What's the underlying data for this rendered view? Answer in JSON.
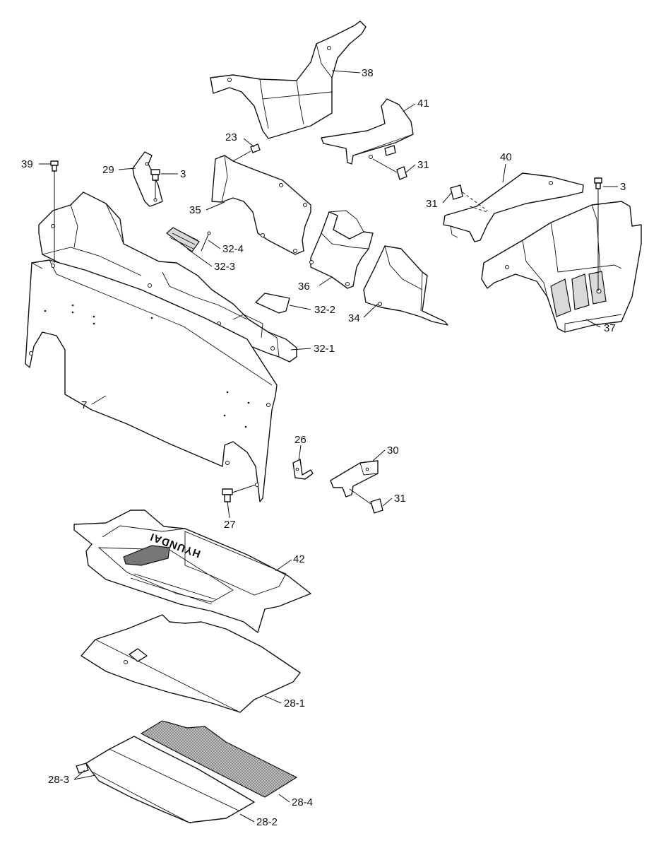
{
  "colors": {
    "line": "#111111",
    "shade": "#d9d9d9",
    "dark": "#777777",
    "background": "#ffffff"
  },
  "logo_text": "HYUNDAI",
  "labels": [
    {
      "id": "38",
      "text": "38"
    },
    {
      "id": "41",
      "text": "41"
    },
    {
      "id": "23",
      "text": "23"
    },
    {
      "id": "39",
      "text": "39"
    },
    {
      "id": "29",
      "text": "29"
    },
    {
      "id": "3a",
      "text": "3"
    },
    {
      "id": "31a",
      "text": "31"
    },
    {
      "id": "40",
      "text": "40"
    },
    {
      "id": "31b",
      "text": "31"
    },
    {
      "id": "3b",
      "text": "3"
    },
    {
      "id": "35",
      "text": "35"
    },
    {
      "id": "32-4",
      "text": "32-4"
    },
    {
      "id": "32-3",
      "text": "32-3"
    },
    {
      "id": "36",
      "text": "36"
    },
    {
      "id": "32-2",
      "text": "32-2"
    },
    {
      "id": "34",
      "text": "34"
    },
    {
      "id": "37",
      "text": "37"
    },
    {
      "id": "32-1",
      "text": "32-1"
    },
    {
      "id": "7",
      "text": "7"
    },
    {
      "id": "26",
      "text": "26"
    },
    {
      "id": "30",
      "text": "30"
    },
    {
      "id": "31c",
      "text": "31"
    },
    {
      "id": "27",
      "text": "27"
    },
    {
      "id": "42",
      "text": "42"
    },
    {
      "id": "28-1",
      "text": "28-1"
    },
    {
      "id": "28-3",
      "text": "28-3"
    },
    {
      "id": "28-4",
      "text": "28-4"
    },
    {
      "id": "28-2",
      "text": "28-2"
    }
  ]
}
